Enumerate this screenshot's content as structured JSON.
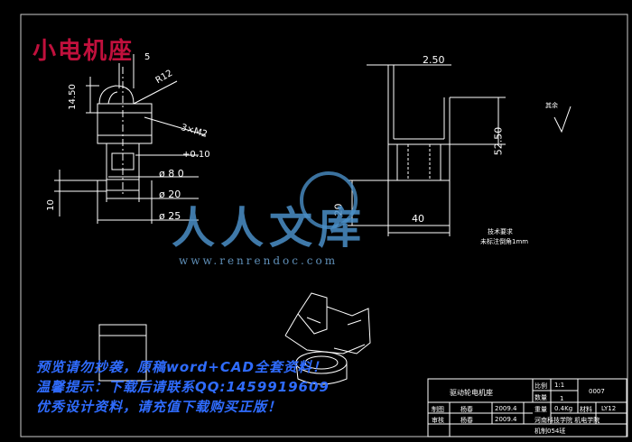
{
  "drawing": {
    "title": "小电机座",
    "dims": {
      "d5": "5",
      "r12": "R12",
      "d1450": "14.50",
      "screw": "3×M2",
      "tol": "+0.10",
      "dia8": "ø 8  0",
      "dia20": "ø 20",
      "dia25": "ø 25",
      "d10": "10",
      "d250": "2.50",
      "d5250": "52.50",
      "d40": "40",
      "d20": "20"
    },
    "roughness": "其余",
    "tech_req_title": "技术要求",
    "tech_req_text": "未标注倒角1mm"
  },
  "watermark": {
    "text": "人人文库",
    "url": "www.renrendoc.com"
  },
  "notes": [
    "预览请勿抄袭，原稿word+CAD全套资料！",
    "温馨提示：下载后请联系QQ:1459919609",
    "优秀设计资料，请充值下载购买正版！"
  ],
  "title_block": {
    "part_name": "驱动轮电机座",
    "ratio_label": "比例",
    "ratio": "1:1",
    "qty_label": "数量",
    "qty": "1",
    "drawing_no": "0007",
    "draw_label": "制图",
    "check_label": "审核",
    "drawer": "杨春",
    "checker": "杨春",
    "date1": "2009.4",
    "date2": "2009.4",
    "weight_label": "重量",
    "weight": "0.4Kg",
    "material_label": "材料",
    "material": "LY12",
    "school": "河南科技学院 机电学院",
    "class_name": "机制054班"
  },
  "colors": {
    "background": "#000000",
    "lines": "#ffffff",
    "title": "#c0103c",
    "notes": "#2f6cff",
    "watermark": "#4a8fc7"
  }
}
